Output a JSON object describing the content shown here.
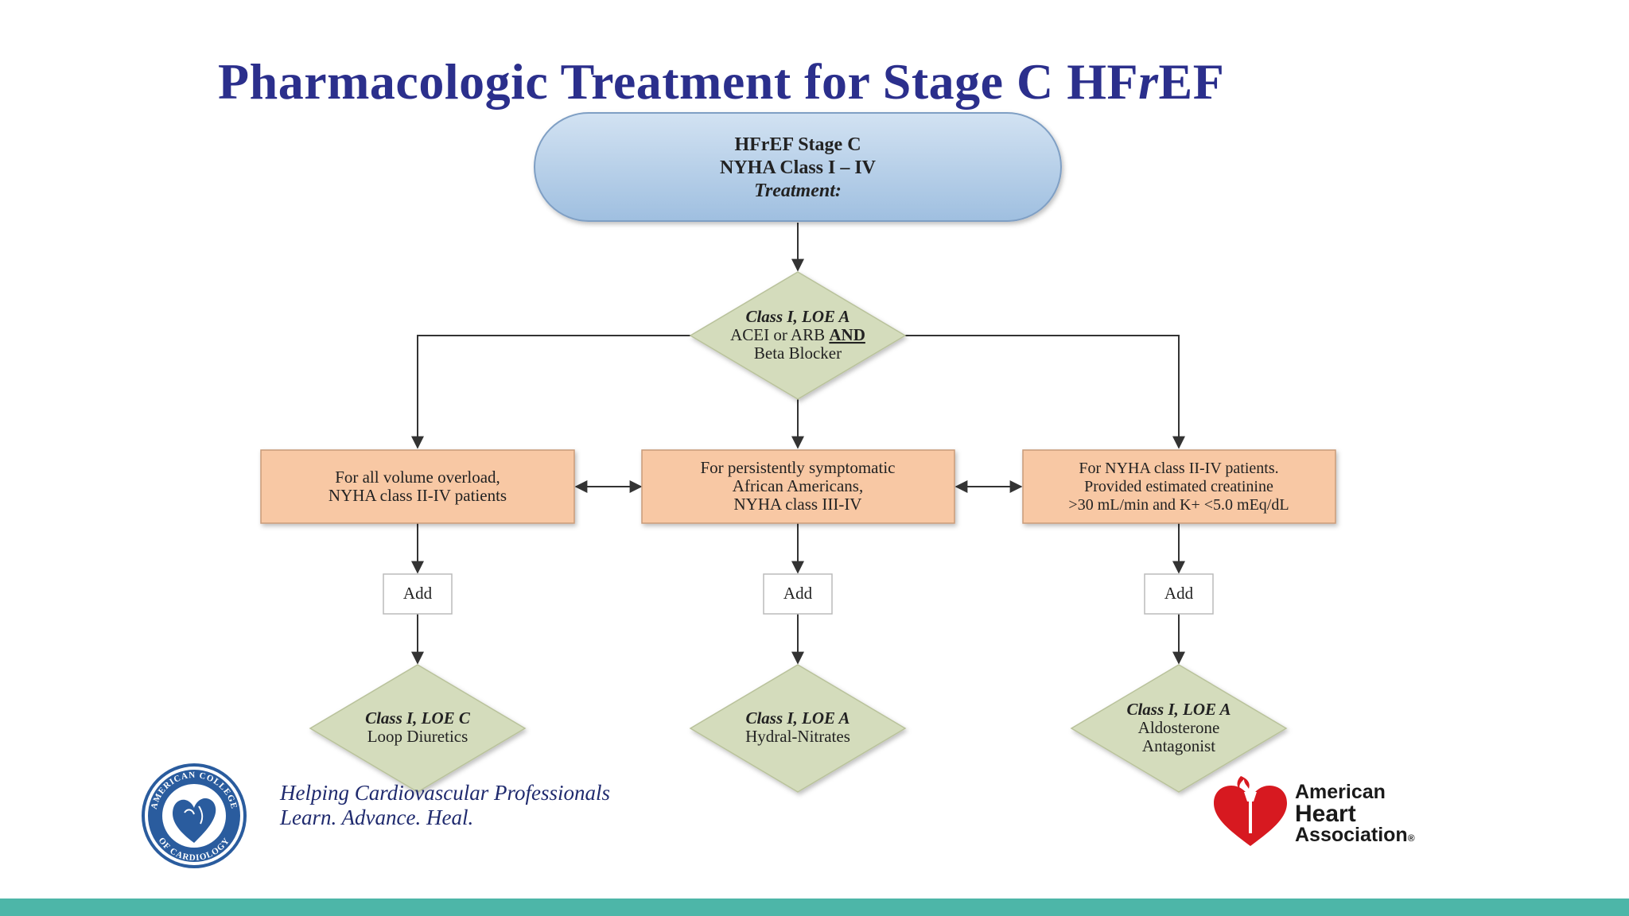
{
  "title": {
    "prefix": "Pharmacologic Treatment for Stage C HF",
    "italic": "r",
    "suffix": "EF"
  },
  "start_node": {
    "line1": "HFrEF Stage C",
    "line2": "NYHA Class I – IV",
    "line3": "Treatment:"
  },
  "first_decision": {
    "line1": "Class I, LOE A",
    "line2_pre": "ACEI or ARB ",
    "line2_and": "AND",
    "line3": "Beta Blocker"
  },
  "branches": [
    {
      "criteria": [
        "For all volume overload,",
        "NYHA class II-IV patients"
      ],
      "add_label": "Add",
      "result": [
        "Class I, LOE C",
        "Loop Diuretics"
      ]
    },
    {
      "criteria": [
        "For persistently symptomatic",
        "African Americans,",
        "NYHA class III-IV"
      ],
      "add_label": "Add",
      "result": [
        "Class I, LOE A",
        "Hydral-Nitrates"
      ]
    },
    {
      "criteria": [
        "For NYHA class II-IV patients.",
        "Provided  estimated creatinine",
        ">30 mL/min and K+ <5.0 mEq/dL"
      ],
      "add_label": "Add",
      "result": [
        "Class I, LOE A",
        "Aldosterone",
        "Antagonist"
      ]
    }
  ],
  "tagline": {
    "line1": "Helping Cardiovascular Professionals",
    "line2": "Learn. Advance. Heal."
  },
  "acc_logo": {
    "text_top": "AMERICAN COLLEGE",
    "text_bottom": "OF CARDIOLOGY",
    "icon": "acc-seal-heart-icon"
  },
  "aha_logo": {
    "line1": "American",
    "line2": "Heart",
    "line3": "Association",
    "mark": "®",
    "icon": "heart-torch-icon"
  },
  "colors": {
    "title": "#2b2f8c",
    "start_fill": "#b8d0e8",
    "decision_fill": "#d4dcbc",
    "criteria_fill": "#f8c8a4",
    "footer_bar": "#4db6a8",
    "aha_red": "#d71920"
  }
}
